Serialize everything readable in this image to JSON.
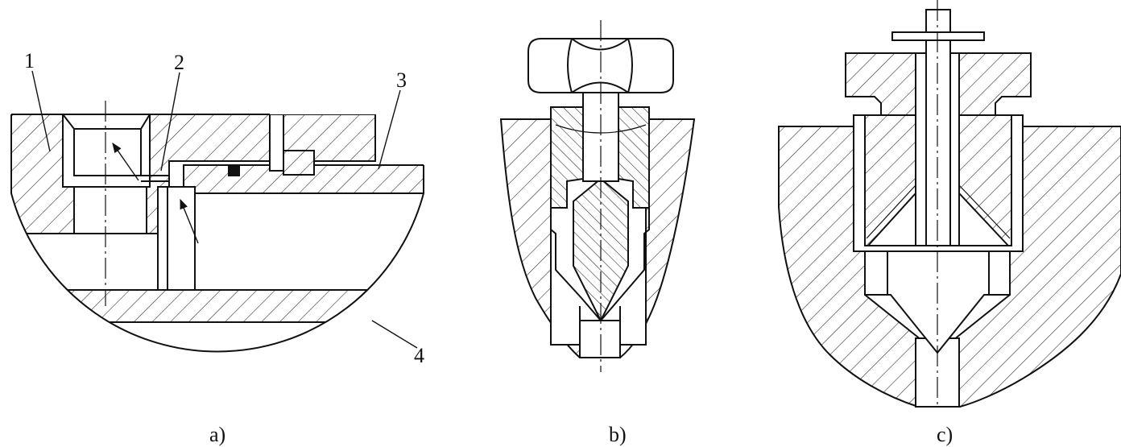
{
  "figure": {
    "part_labels": [
      "1",
      "2",
      "3",
      "4"
    ],
    "captions": [
      "a)",
      "b)",
      "c)"
    ]
  },
  "icons": {
    "flow_arrow": "arrow-icon",
    "seal": "seal-square-icon"
  }
}
